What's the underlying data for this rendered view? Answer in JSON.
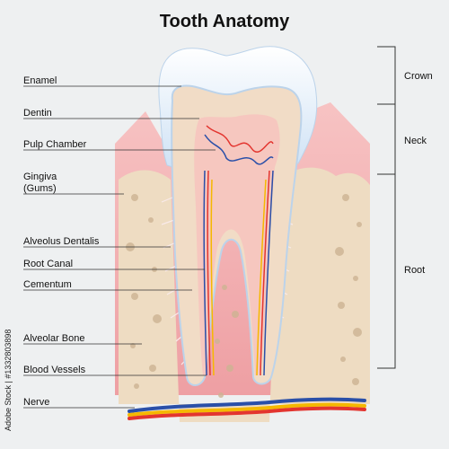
{
  "title": "Tooth Anatomy",
  "labels": {
    "enamel": "Enamel",
    "dentin": "Dentin",
    "pulp_chamber": "Pulp Chamber",
    "gingiva_1": "Gingiva",
    "gingiva_2": "(Gums)",
    "alveolus_dentalis": "Alveolus Dentalis",
    "root_canal": "Root Canal",
    "cementum": "Cementum",
    "alveolar_bone": "Alveolar Bone",
    "blood_vessels": "Blood Vessels",
    "nerve": "Nerve"
  },
  "regions": {
    "crown": "Crown",
    "neck": "Neck",
    "root": "Root"
  },
  "watermark": "Adobe Stock | #1332803898",
  "colors": {
    "enamel": "#dbe9f7",
    "dentin": "#f1dcc6",
    "pulp": "#f6c7bf",
    "gum": "#f2a3a6",
    "bone": "#eedcc2",
    "artery": "#e3352f",
    "vein": "#2a4fa8",
    "nerve": "#f5b800"
  }
}
